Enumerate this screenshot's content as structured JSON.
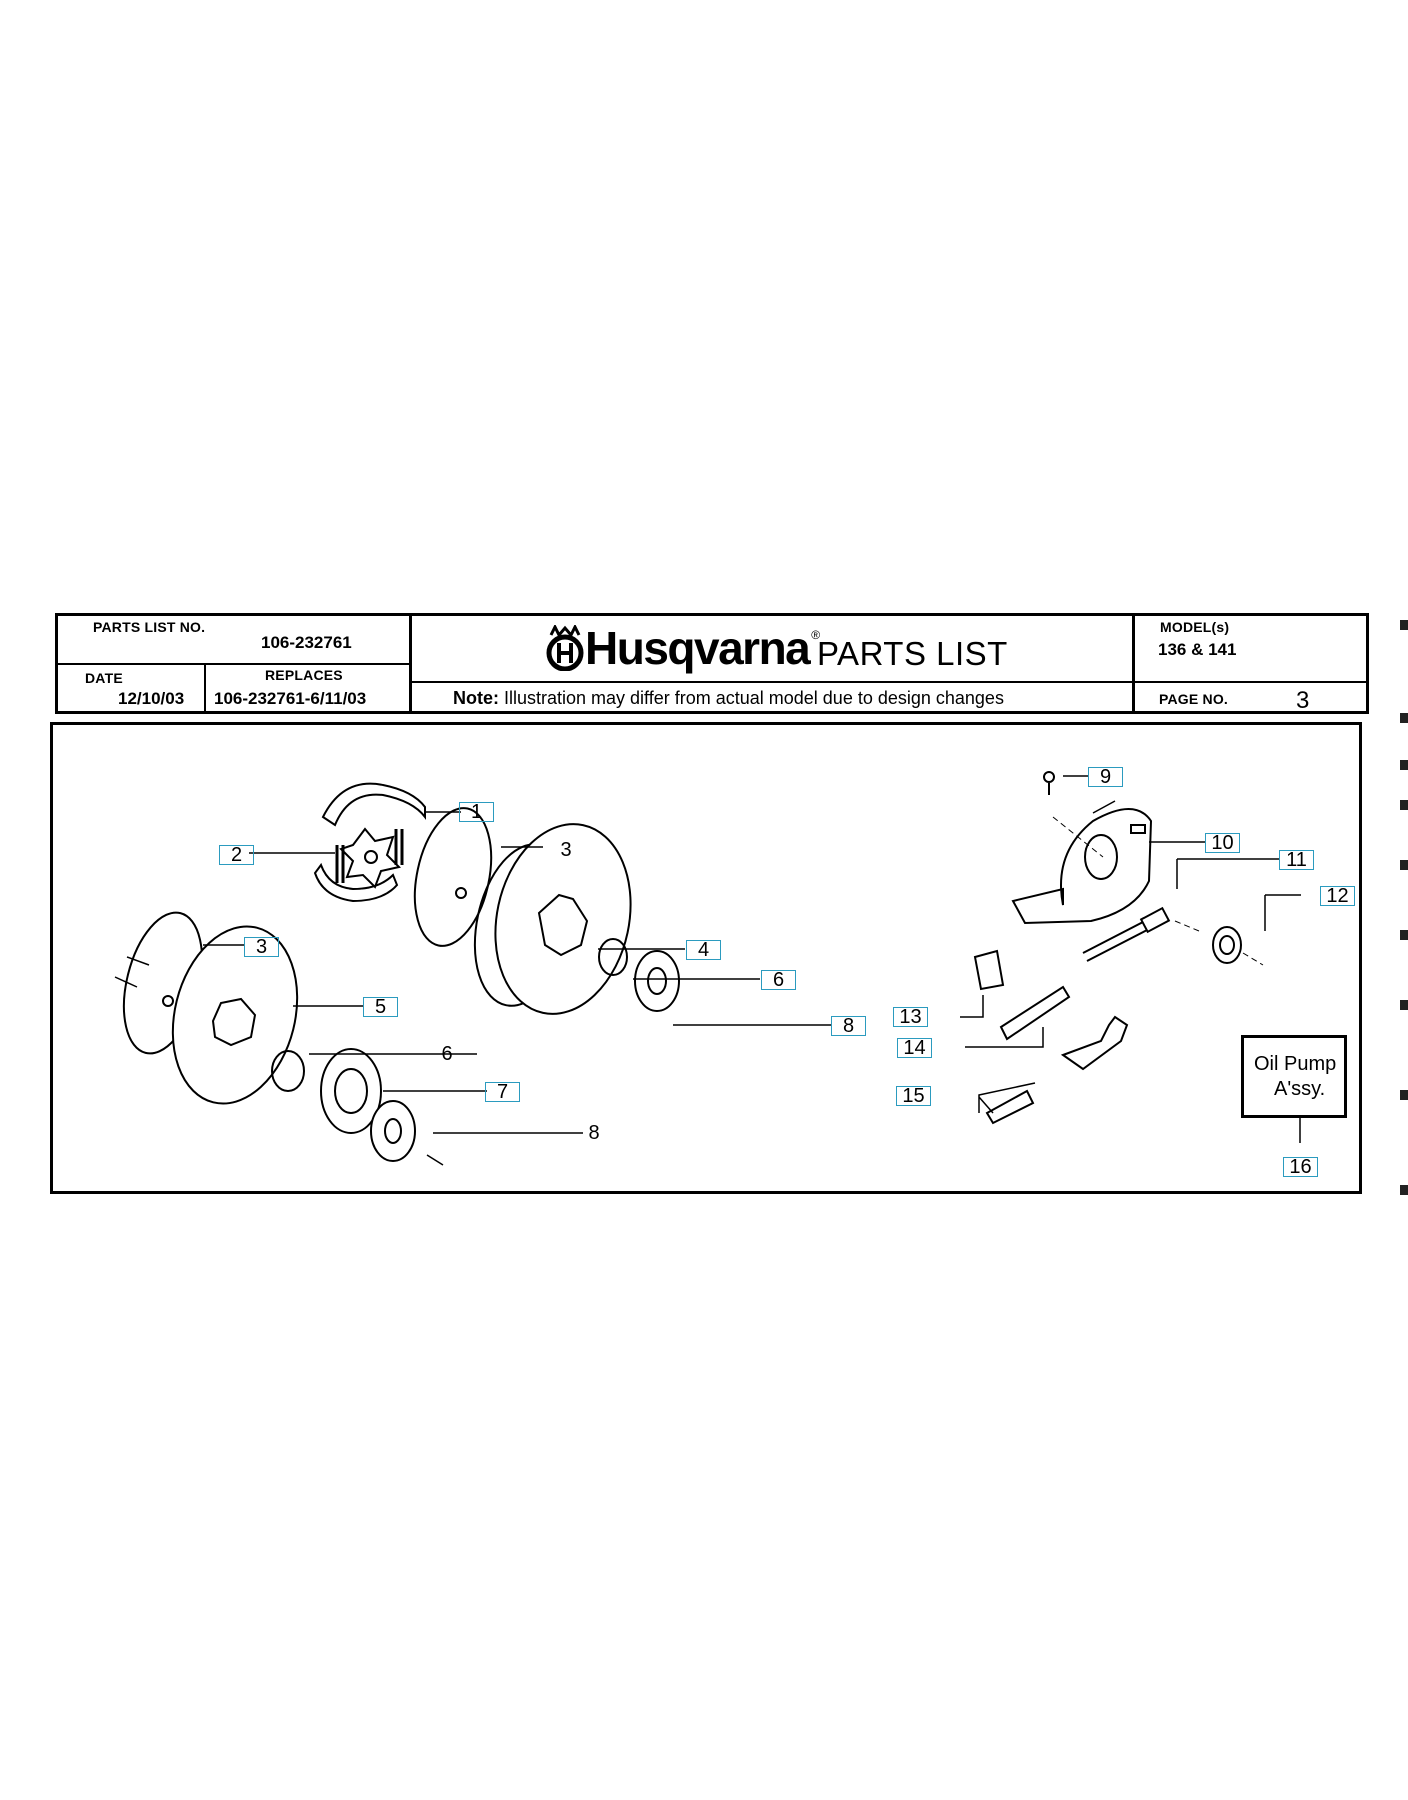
{
  "header": {
    "parts_list_no_label": "PARTS LIST NO.",
    "parts_list_no": "106-232761",
    "date_label": "DATE",
    "date": "12/10/03",
    "replaces_label": "REPLACES",
    "replaces": "106-232761-6/11/03",
    "brand": "Husqvarna",
    "registered_mark": "®",
    "title": "PARTS LIST",
    "note_label": "Note:",
    "note_text": " Illustration may differ from actual model due to design changes",
    "models_label": "MODEL(s)",
    "models": "136 & 141",
    "page_no_label": "PAGE   NO.",
    "page_no": "3"
  },
  "diagram": {
    "callouts": [
      {
        "id": "c1",
        "label": "1",
        "boxed": true
      },
      {
        "id": "c2",
        "label": "2",
        "boxed": true
      },
      {
        "id": "c3a",
        "label": "3",
        "boxed": false
      },
      {
        "id": "c3b",
        "label": "3",
        "boxed": true
      },
      {
        "id": "c4",
        "label": "4",
        "boxed": true
      },
      {
        "id": "c5",
        "label": "5",
        "boxed": true
      },
      {
        "id": "c6a",
        "label": "6",
        "boxed": true
      },
      {
        "id": "c6b",
        "label": "6",
        "boxed": false
      },
      {
        "id": "c7",
        "label": "7",
        "boxed": true
      },
      {
        "id": "c8a",
        "label": "8",
        "boxed": true
      },
      {
        "id": "c8b",
        "label": "8",
        "boxed": false
      },
      {
        "id": "c9",
        "label": "9",
        "boxed": true
      },
      {
        "id": "c10",
        "label": "10",
        "boxed": true
      },
      {
        "id": "c11",
        "label": "11",
        "boxed": true
      },
      {
        "id": "c12",
        "label": "12",
        "boxed": true
      },
      {
        "id": "c13",
        "label": "13",
        "boxed": true
      },
      {
        "id": "c14",
        "label": "14",
        "boxed": true
      },
      {
        "id": "c15",
        "label": "15",
        "boxed": true
      },
      {
        "id": "c16",
        "label": "16",
        "boxed": true
      }
    ],
    "oil_pump_line1": "Oil Pump",
    "oil_pump_line2": "A'ssy."
  }
}
